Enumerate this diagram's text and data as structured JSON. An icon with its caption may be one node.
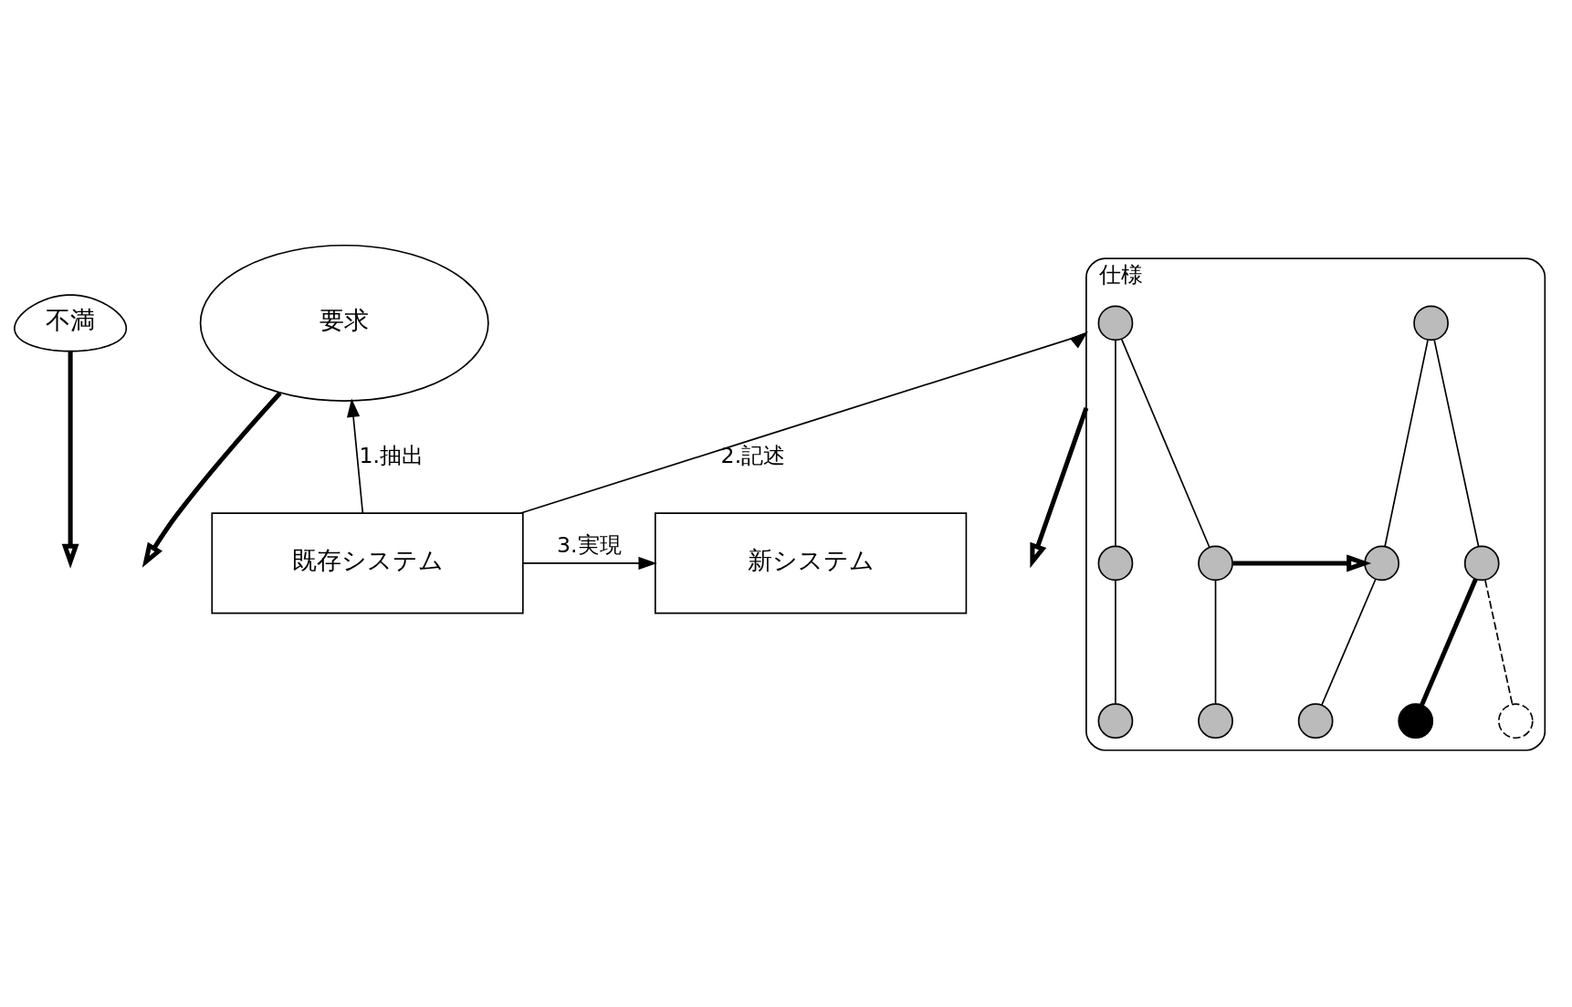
{
  "diagram": {
    "nodes": [
      {
        "text": [
          "不満"
        ]
      },
      {
        "text": [
          "要求"
        ]
      },
      {
        "text": [
          "仕様"
        ]
      },
      {
        "text": [],
        "shape": "circle",
        "in": 2
      },
      {
        "text": [],
        "shape": "circle",
        "in": 2
      },
      {
        "text": [],
        "shape": "circle",
        "in": 2
      },
      {
        "text": [],
        "shape": "circle",
        "in": 2
      },
      {
        "text": [],
        "shape": "circle",
        "in": 2
      },
      {
        "text": [],
        "shape": "circle",
        "in": 2
      },
      {
        "text": [],
        "shape": "circle",
        "in": 2
      },
      {
        "text": [],
        "shape": "circle",
        "in": 2
      },
      {
        "text": [],
        "shape": "circle",
        "in": 2
      },
      {
        "text": [],
        "shape": "circle",
        "in": 2
      },
      {
        "text": [],
        "shape": "circle",
        "in": 2
      },
      {
        "text": [
          "既存システム"
        ]
      },
      {
        "text": [
          "新システム"
        ]
      }
    ],
    "edges": [
      {
        "from": 0,
        "to": null,
        "arrow": "to",
        "style": "thick"
      },
      {
        "from": 14,
        "to": 1,
        "arrow": "to",
        "label": "1.抽出"
      },
      {
        "from": 1,
        "to": null,
        "arrow": "to",
        "style": "thick"
      },
      {
        "from": 14,
        "to": 2,
        "arrow": "to",
        "label": "2.記述"
      },
      {
        "from": 3,
        "to": 4,
        "arrow": "none"
      },
      {
        "from": 3,
        "to": 5,
        "arrow": "none"
      },
      {
        "from": 4,
        "to": 6,
        "arrow": "none"
      },
      {
        "from": 5,
        "to": 7,
        "arrow": "none"
      },
      {
        "from": 5,
        "to": 9,
        "arrow": "to",
        "style": "thick"
      },
      {
        "from": 8,
        "to": 9,
        "arrow": "none"
      },
      {
        "from": 8,
        "to": 10,
        "arrow": "none"
      },
      {
        "from": 9,
        "to": 11,
        "arrow": "none"
      },
      {
        "from": 10,
        "to": 12,
        "arrow": "none",
        "style": "dashed"
      },
      {
        "from": 10,
        "to": 13,
        "arrow": "none",
        "style": "thick"
      },
      {
        "from": 2,
        "to": null,
        "arrow": "to",
        "style": "thick"
      },
      {
        "from": 14,
        "to": 15,
        "arrow": "to",
        "label": "3.実現"
      }
    ]
  }
}
